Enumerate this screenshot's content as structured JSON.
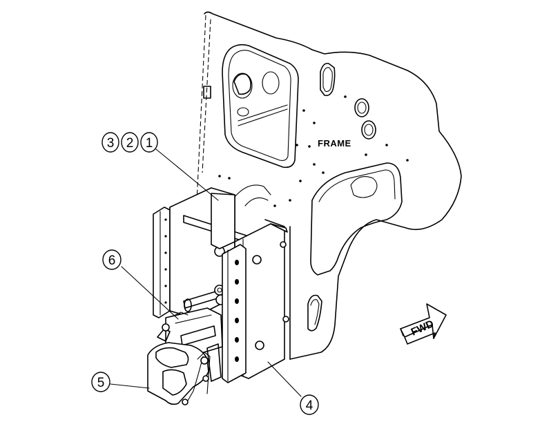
{
  "diagram": {
    "frame_label": "FRAME",
    "direction_label": "FWD",
    "callouts": [
      "1",
      "2",
      "3",
      "4",
      "5",
      "6"
    ]
  }
}
